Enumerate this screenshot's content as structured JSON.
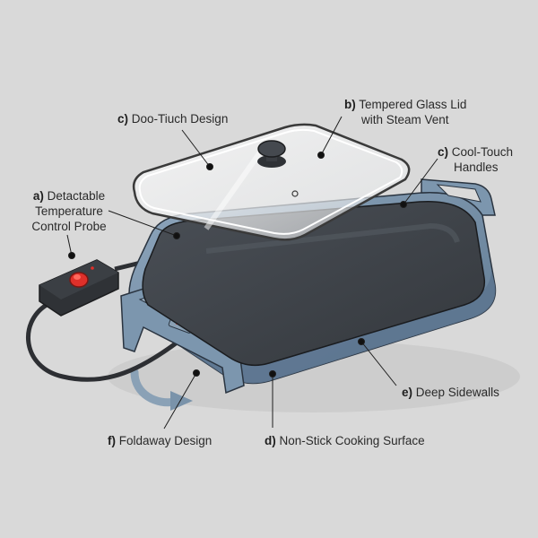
{
  "diagram": {
    "subject": "Electric skillet with tempered glass lid",
    "background_color": "#d9d9d9",
    "body_color": "#6f8aa3",
    "cooking_surface_color": "#3d4147",
    "probe_indicator_color": "#e0302a"
  },
  "labels": [
    {
      "id": "a",
      "letter": "a)",
      "lines": [
        "Detactable",
        "Temperature",
        "Control Probe"
      ]
    },
    {
      "id": "b",
      "letter": "b)",
      "lines": [
        "Tempered Glass Lid",
        "with Steam Vent"
      ]
    },
    {
      "id": "c1",
      "letter": "c)",
      "lines": [
        "Doo-Tiuch Design"
      ]
    },
    {
      "id": "c2",
      "letter": "c)",
      "lines": [
        "Cool-Touch",
        "Handles"
      ]
    },
    {
      "id": "d",
      "letter": "d)",
      "lines": [
        "Non-Stick Cooking Surface"
      ]
    },
    {
      "id": "e",
      "letter": "e)",
      "lines": [
        "Deep Sidewalls"
      ]
    },
    {
      "id": "f",
      "letter": "f)",
      "lines": [
        "Foldaway Design"
      ]
    }
  ]
}
